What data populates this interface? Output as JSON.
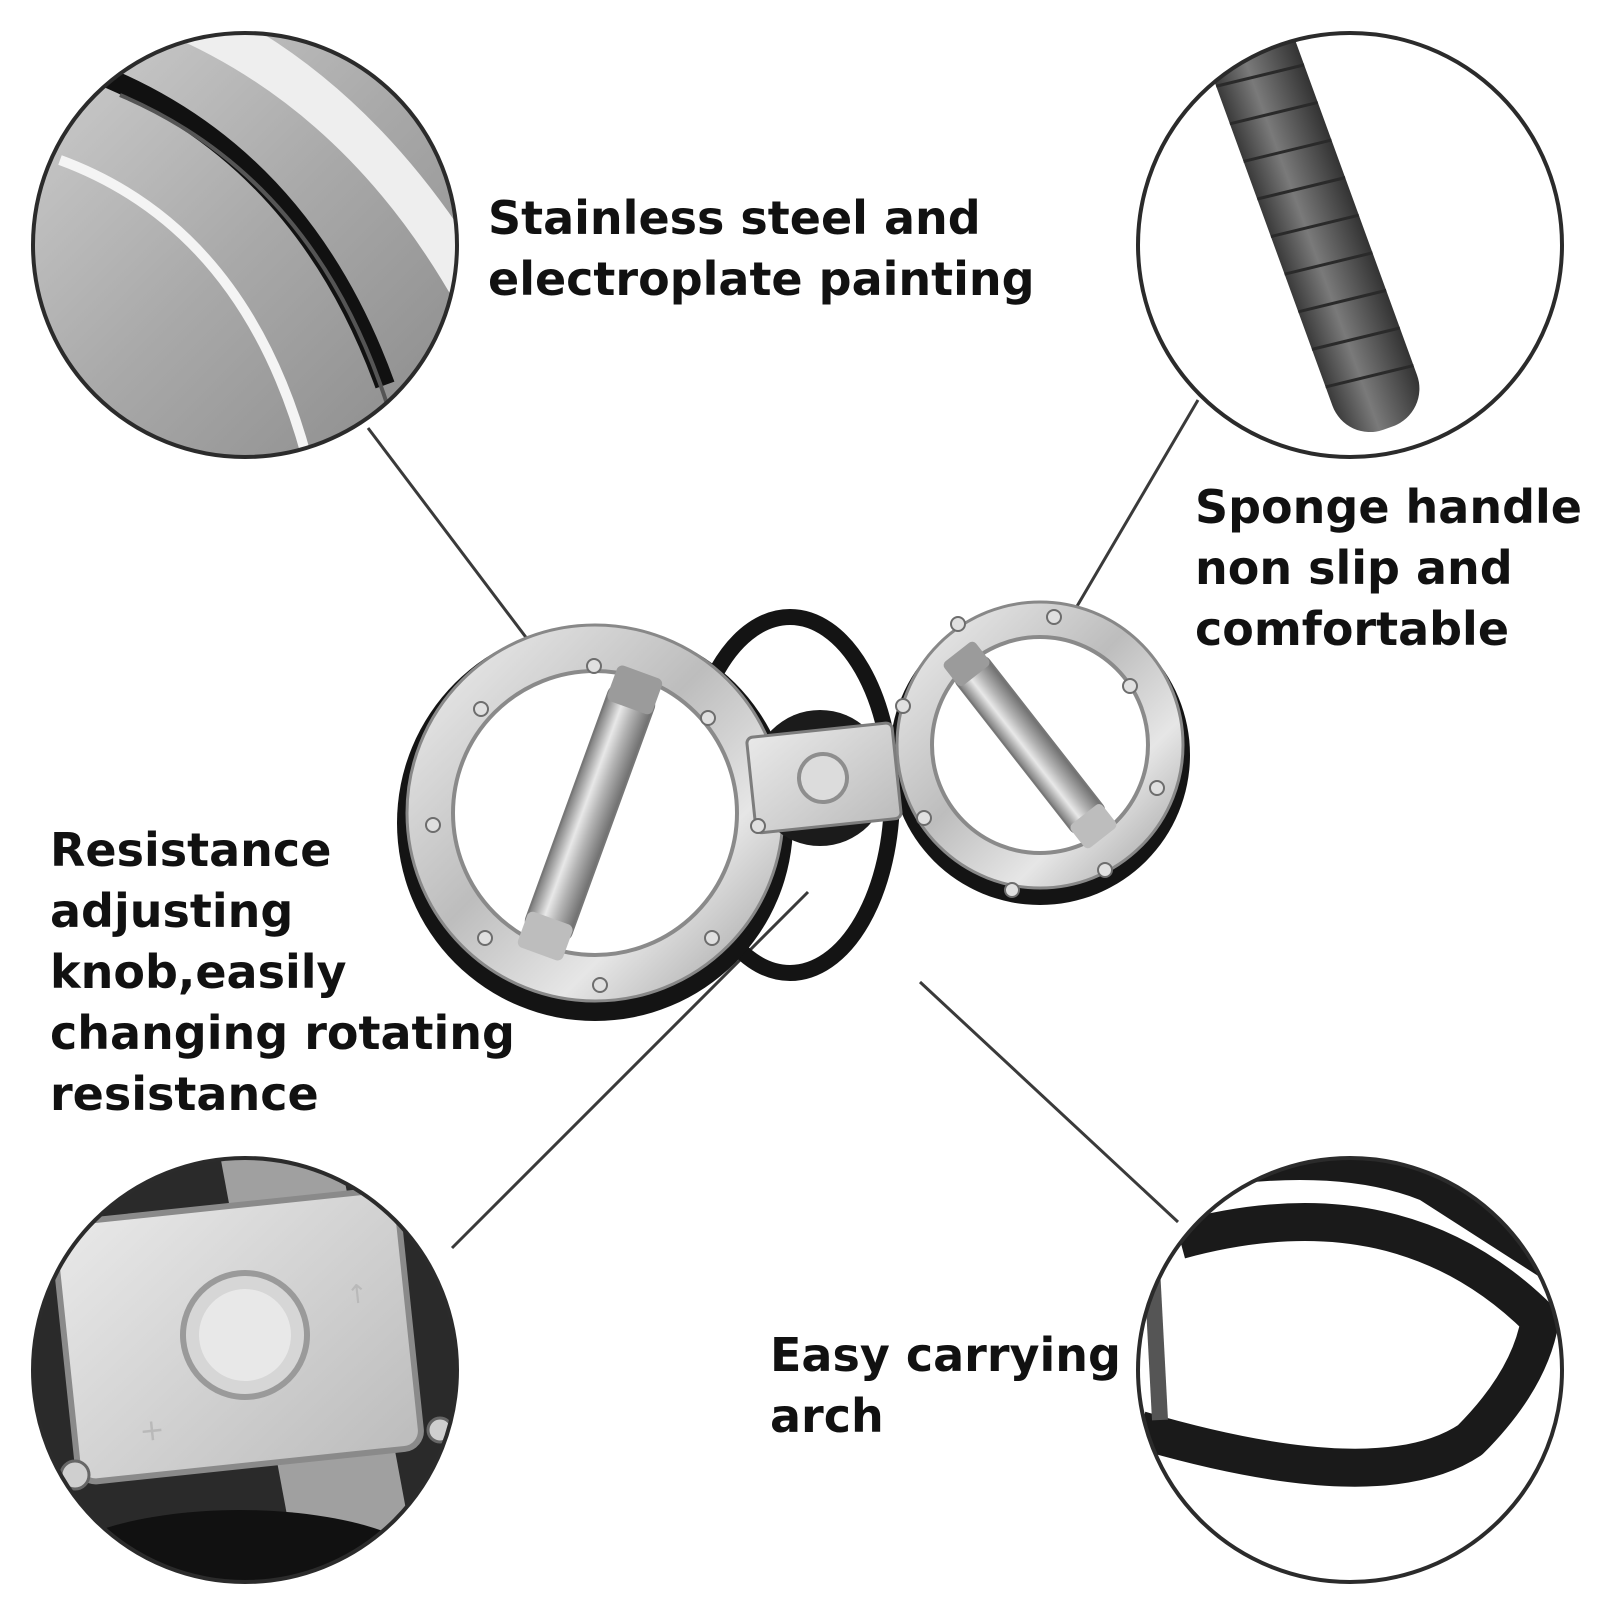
{
  "features": {
    "steel": {
      "lines": [
        "Stainless steel and",
        "electroplate painting"
      ]
    },
    "sponge": {
      "lines": [
        "Sponge handle",
        "non slip and",
        "comfortable"
      ]
    },
    "knob": {
      "lines": [
        "Resistance",
        "adjusting",
        "knob,easily",
        "changing rotating",
        "resistance"
      ]
    },
    "arch": {
      "lines": [
        "Easy carrying",
        "arch"
      ]
    }
  },
  "colors": {
    "background": "#ffffff",
    "text": "#111111",
    "steel": "#c8c8c8",
    "black_rubber": "#1a1a1a",
    "grip_gray": "#5a5a5a"
  }
}
